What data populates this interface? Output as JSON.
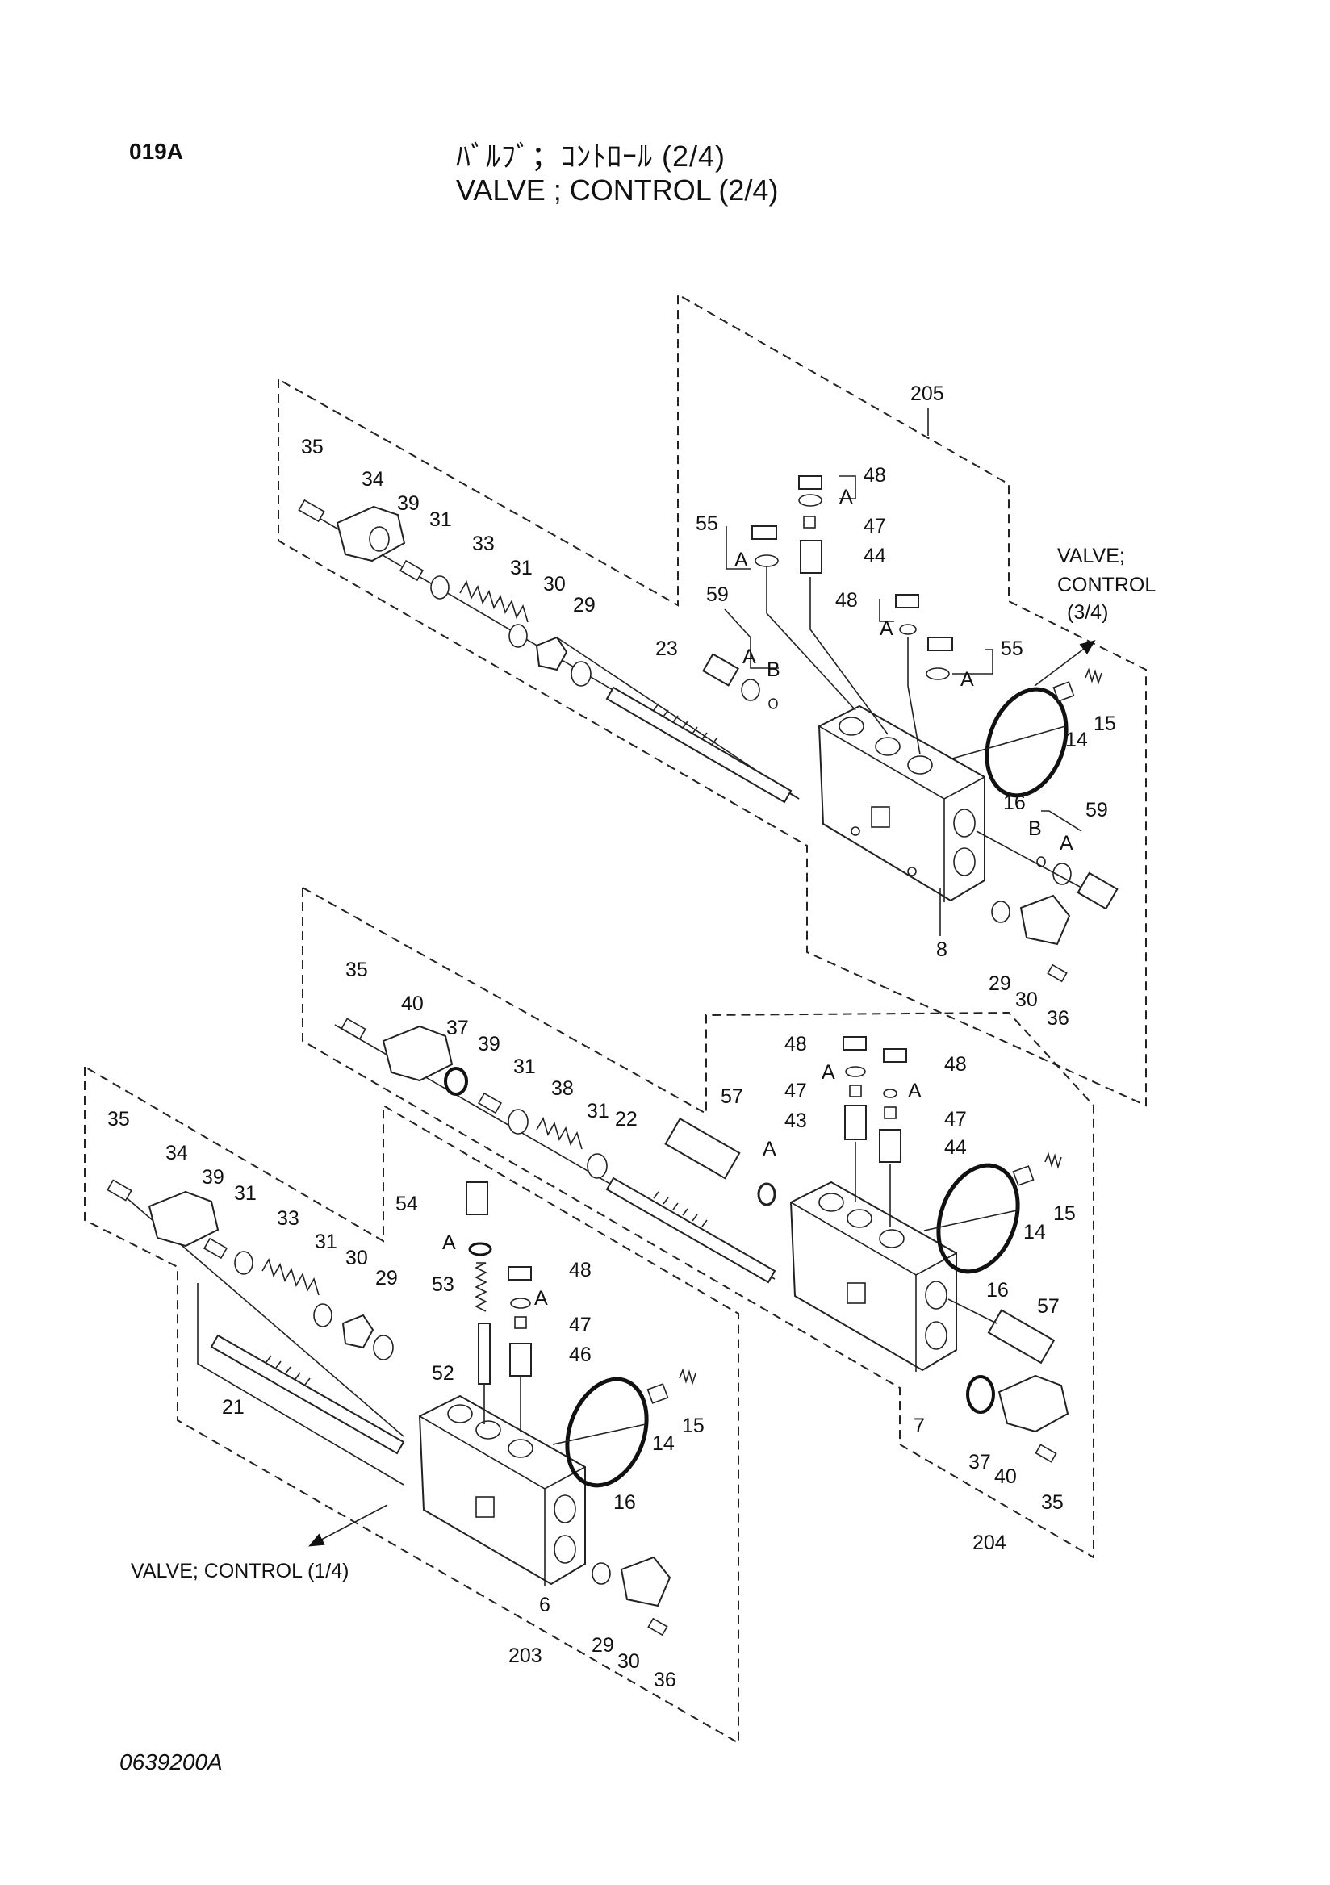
{
  "header": {
    "page_code": "019A",
    "title_jp": "ﾊﾞﾙﾌﾞ；ｺﾝﾄﾛｰﾙ (2/4)",
    "title_en": "VALVE ; CONTROL (2/4)"
  },
  "drawing_number": "0639200A",
  "cross_refs": {
    "to_control_3": [
      "VALVE;",
      "CONTROL",
      "(3/4)"
    ],
    "to_control_1": "VALVE; CONTROL (1/4)"
  },
  "assembly_refs": {
    "top": "205",
    "middle": "204",
    "bottom": "203"
  },
  "callouts": {
    "top": {
      "c35": "35",
      "c34": "34",
      "c39": "39",
      "c31a": "31",
      "c33": "33",
      "c31b": "31",
      "c30": "30",
      "c29": "29",
      "c23": "23",
      "c59a": "59",
      "cA1": "A",
      "cB1": "B",
      "c55a": "55",
      "cA2": "A",
      "c48a": "48",
      "cA3": "A",
      "c47": "47",
      "c44": "44",
      "c48b": "48",
      "cA4": "A",
      "c55b": "55",
      "cA5": "A",
      "c14": "14",
      "c15": "15",
      "c16": "16",
      "c59b": "59",
      "cB2": "B",
      "cA6": "A",
      "c8": "8",
      "c29b": "29",
      "c30b": "30",
      "c36": "36"
    },
    "middle": {
      "c35": "35",
      "c40": "40",
      "c37": "37",
      "c39": "39",
      "c31a": "31",
      "c38": "38",
      "c31b": "31",
      "c22": "22",
      "c57a": "57",
      "cA1": "A",
      "c48a": "48",
      "cA2": "A",
      "c47a": "47",
      "c43": "43",
      "c48b": "48",
      "cA3": "A",
      "c47b": "47",
      "c44": "44",
      "c14": "14",
      "c15": "15",
      "c16": "16",
      "c57b": "57",
      "c7": "7",
      "c37b": "37",
      "c40b": "40",
      "c35b": "35"
    },
    "bottom": {
      "c35": "35",
      "c34": "34",
      "c39": "39",
      "c31a": "31",
      "c33": "33",
      "c31b": "31",
      "c30": "30",
      "c29": "29",
      "c21": "21",
      "c54": "54",
      "cA1": "A",
      "c53": "53",
      "c48": "48",
      "cA2": "A",
      "c47": "47",
      "c52": "52",
      "c46": "46",
      "c14": "14",
      "c15": "15",
      "c16": "16",
      "c6": "6",
      "c29b": "29",
      "c30b": "30",
      "c36": "36"
    }
  }
}
